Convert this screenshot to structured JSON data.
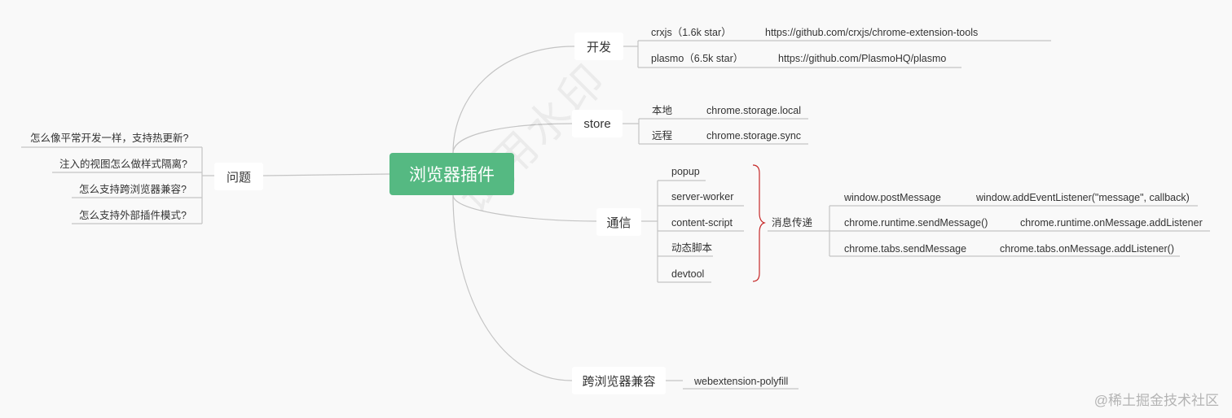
{
  "root": {
    "label": "浏览器插件"
  },
  "watermark": {
    "text": "试用水印"
  },
  "footer": {
    "text": "@稀土掘金技术社区"
  },
  "colors": {
    "root_fill": "#55b982",
    "line": "#c4c4c4",
    "brace": "#c62828"
  },
  "branches": {
    "dev": {
      "label": "开发",
      "items": [
        {
          "name": "crxjs（1.6k star）",
          "url": "https://github.com/crxjs/chrome-extension-tools"
        },
        {
          "name": "plasmo（6.5k star）",
          "url": "https://github.com/PlasmoHQ/plasmo"
        }
      ]
    },
    "store": {
      "label": "store",
      "items": [
        {
          "name": "本地",
          "api": "chrome.storage.local"
        },
        {
          "name": "远程",
          "api": "chrome.storage.sync"
        }
      ]
    },
    "comm": {
      "label": "通信",
      "items": [
        "popup",
        "server-worker",
        "content-script",
        "动态脚本",
        "devtool"
      ],
      "messaging": {
        "label": "消息传递",
        "rows": [
          {
            "send": "window.postMessage",
            "listen": "window.addEventListener(\"message\", callback)"
          },
          {
            "send": "chrome.runtime.sendMessage()",
            "listen": "chrome.runtime.onMessage.addListener"
          },
          {
            "send": "chrome.tabs.sendMessage",
            "listen": "chrome.tabs.onMessage.addListener()"
          }
        ]
      }
    },
    "compat": {
      "label": "跨浏览器兼容",
      "items": [
        "webextension-polyfill"
      ]
    },
    "issues": {
      "label": "问题",
      "items": [
        "怎么像平常开发一样，支持热更新?",
        "注入的视图怎么做样式隔离?",
        "怎么支持跨浏览器兼容?",
        "怎么支持外部插件模式?"
      ]
    }
  }
}
